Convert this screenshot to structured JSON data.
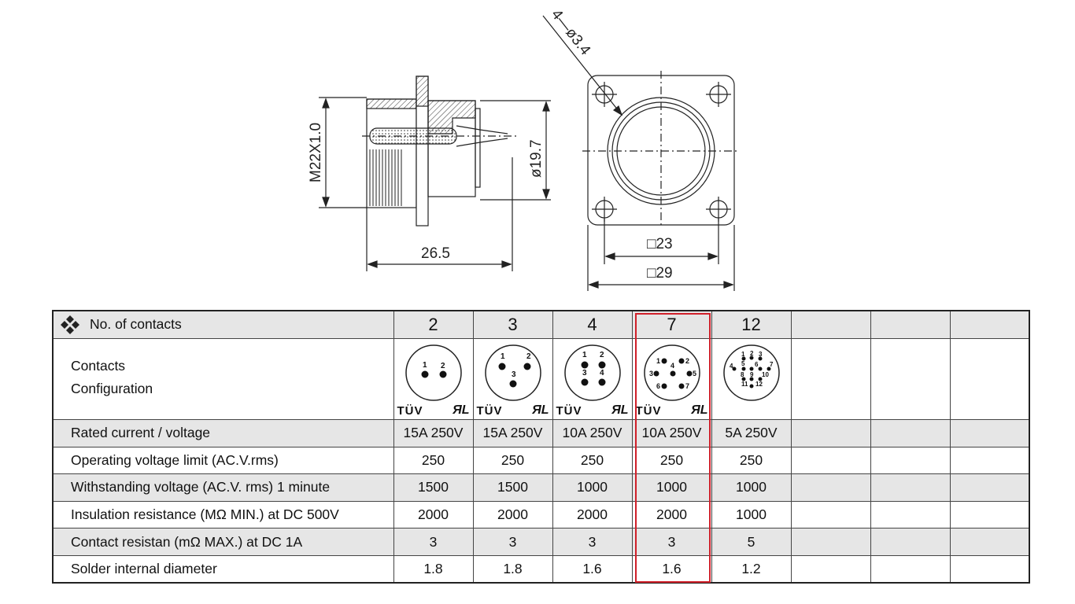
{
  "drawing": {
    "hole_dim": "4—ø3.4",
    "thread_dim": "M22X1.0",
    "body_dia_dim": "ø19.7",
    "length_dim": "26.5",
    "inner_square_dim": "□23",
    "outer_square_dim": "□29"
  },
  "table": {
    "header_label": "No. of contacts",
    "contacts": [
      "2",
      "3",
      "4",
      "7",
      "12",
      "",
      "",
      ""
    ],
    "config_label_line1": "Contacts",
    "config_label_line2": "Configuration",
    "cert_tuv": "TÜV",
    "cert_ul": "ЯL",
    "pin_numbers": {
      "c2": [
        "1",
        "2"
      ],
      "c3": [
        "1",
        "2",
        "3"
      ],
      "c4": [
        "1",
        "2",
        "3",
        "4"
      ],
      "c7": [
        "1",
        "2",
        "3",
        "4",
        "5",
        "6",
        "7"
      ],
      "c12": [
        "1",
        "2",
        "3",
        "4",
        "5",
        "6",
        "7",
        "8",
        "9",
        "10",
        "11",
        "12"
      ]
    },
    "rows": [
      {
        "label": "Rated current / voltage",
        "values": [
          "15A 250V",
          "15A 250V",
          "10A 250V",
          "10A 250V",
          "5A 250V",
          "",
          "",
          ""
        ]
      },
      {
        "label": "Operating voltage limit (AC.V.rms)",
        "values": [
          "250",
          "250",
          "250",
          "250",
          "250",
          "",
          "",
          ""
        ]
      },
      {
        "label": "Withstanding voltage (AC.V. rms) 1 minute",
        "values": [
          "1500",
          "1500",
          "1000",
          "1000",
          "1000",
          "",
          "",
          ""
        ]
      },
      {
        "label": "Insulation resistance (MΩ MIN.) at DC 500V",
        "values": [
          "2000",
          "2000",
          "2000",
          "2000",
          "1000",
          "",
          "",
          ""
        ]
      },
      {
        "label": "Contact resistan (mΩ MAX.) at DC 1A",
        "values": [
          "3",
          "3",
          "3",
          "3",
          "5",
          "",
          "",
          ""
        ]
      },
      {
        "label": "Solder internal diameter",
        "values": [
          "1.8",
          "1.8",
          "1.6",
          "1.6",
          "1.2",
          "",
          "",
          ""
        ]
      }
    ]
  },
  "colors": {
    "highlight": "#d0202a",
    "row_shade": "#e6e6e6"
  },
  "icons": {
    "header_bullet": "diamond-cluster-icon"
  }
}
